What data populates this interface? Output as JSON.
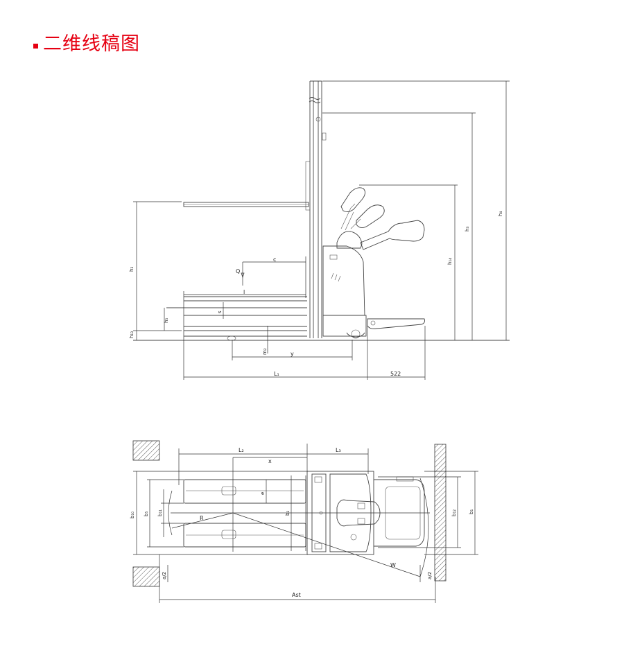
{
  "header": {
    "title": "二维线稿图"
  },
  "side_view": {
    "labels": {
      "h3": "h₃",
      "h1": "h₁",
      "h4": "h₄",
      "h14": "h₁₄",
      "h13": "h₁₃",
      "h9": "h₉",
      "h5": "h₅",
      "s": "s",
      "l": "l",
      "c": "c",
      "Q": "Q",
      "m2": "m₂",
      "y": "y",
      "L1": "L₁",
      "dim_522": "522"
    }
  },
  "top_view": {
    "labels": {
      "L2": "L₂",
      "L3": "L₃",
      "x": "x",
      "e": "e",
      "b10": "b₁₀",
      "b5": "b₅",
      "b11": "b₁₁",
      "b2": "b₂",
      "b12": "b₁₂",
      "b1": "b₁",
      "R": "R",
      "W": "W",
      "a2_left": "a/2",
      "a2_right": "a/2",
      "Ast": "Ast"
    }
  }
}
